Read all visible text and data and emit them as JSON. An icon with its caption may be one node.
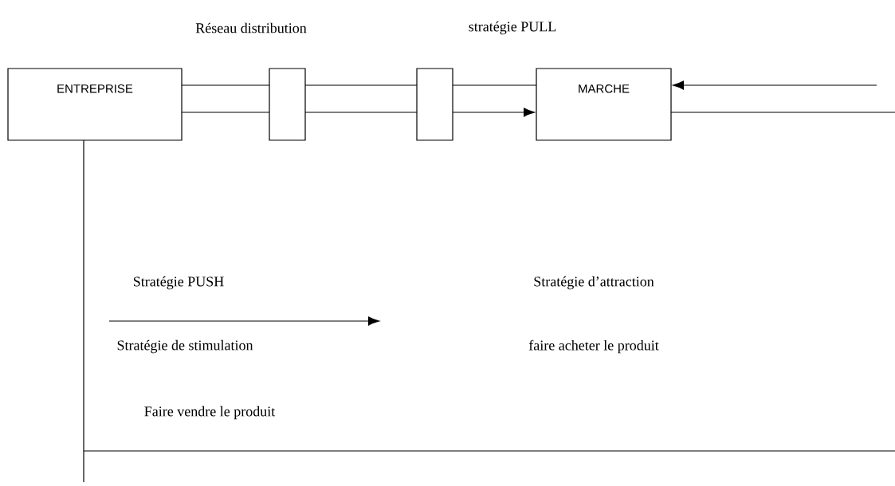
{
  "diagram": {
    "nodes": [
      {
        "text": [
          "ENTREPRISE"
        ]
      },
      {
        "text": [],
        "shape": "box"
      },
      {
        "text": [],
        "shape": "box"
      },
      {
        "text": [
          "MARCHE"
        ]
      }
    ],
    "edges": [
      {
        "from": 0,
        "to": 1,
        "arrow": "none"
      },
      {
        "from": 0,
        "to": 1,
        "arrow": "none"
      },
      {
        "from": 1,
        "to": 2,
        "arrow": "none"
      },
      {
        "from": 1,
        "to": 2,
        "arrow": "none"
      },
      {
        "from": 2,
        "to": 3,
        "arrow": "none"
      },
      {
        "from": 2,
        "to": 3,
        "arrow": "to"
      },
      {
        "from": null,
        "to": 3,
        "arrow": "to"
      },
      {
        "from": 3,
        "to": null,
        "arrow": "none"
      },
      {
        "from": 0,
        "to": null,
        "arrow": "none"
      }
    ],
    "labels": [
      "Réseau distribution",
      "stratégie PULL",
      "Stratégie PUSH",
      "Stratégie d’attraction",
      "Stratégie de stimulation",
      "faire acheter le produit",
      "Faire vendre le produit"
    ]
  }
}
